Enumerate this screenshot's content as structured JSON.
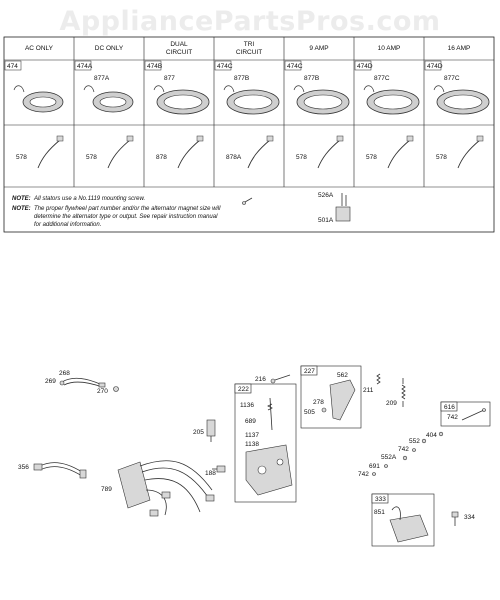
{
  "watermark": "AppliancePartsPros.com",
  "table": {
    "columns": [
      "AC ONLY",
      "DC ONLY",
      "DUAL\nCIRCUIT",
      "TRI\nCIRCUIT",
      "9 AMP",
      "10 AMP",
      "16 AMP"
    ],
    "row1": [
      {
        "tag": "474",
        "part": ""
      },
      {
        "tag": "474A",
        "part": "877A"
      },
      {
        "tag": "474B",
        "part": "877"
      },
      {
        "tag": "474C",
        "part": "877B"
      },
      {
        "tag": "474C",
        "part": "877B"
      },
      {
        "tag": "474D",
        "part": "877C"
      },
      {
        "tag": "474D",
        "part": "877C"
      }
    ],
    "row2": [
      "578",
      "578",
      "878",
      "878A",
      "578",
      "578",
      "578"
    ],
    "note_label": "NOTE:",
    "note1": "All stators use a No.1119 mounting screw.",
    "note2_lines": [
      "The proper flywheel part number and/or the alternator magnet size will",
      "determine the alternator type or output. See repair instruction manual",
      "for additional information."
    ],
    "side_parts": [
      "526A",
      "501A"
    ]
  },
  "callouts": {
    "c268": "268",
    "c269": "269",
    "c270": "270",
    "c356": "356",
    "c789": "789",
    "c205": "205",
    "c188": "188",
    "c216": "216",
    "box222": "222",
    "c1136": "1136",
    "c689": "689",
    "c1137": "1137",
    "c1138": "1138",
    "box227": "227",
    "c562": "562",
    "c278": "278",
    "c505": "505",
    "c211": "211",
    "c209": "209",
    "box616": "616",
    "c742a": "742",
    "c404": "404",
    "c552": "552",
    "c742b": "742",
    "c552a": "552A",
    "c691": "691",
    "c742c": "742",
    "box333": "333",
    "c851": "851",
    "c334": "334"
  }
}
